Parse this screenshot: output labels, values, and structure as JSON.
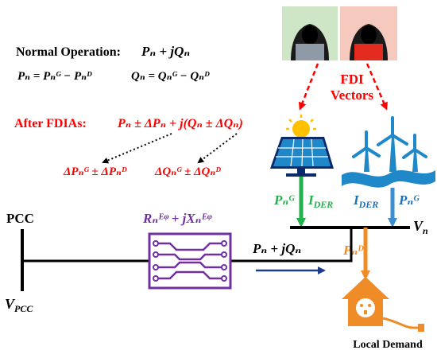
{
  "normal": {
    "title": "Normal Operation:",
    "expr": "Pₙ + jQₙ",
    "eq_p": "Pₙ = Pₙᴳ − Pₙᴰ",
    "eq_q": "Qₙ = Qₙᴳ − Qₙᴰ"
  },
  "after": {
    "title": "After FDIAs:",
    "expr": "Pₙ ± ΔPₙ + j(Qₙ ± ΔQₙ)",
    "delta_p": "ΔPₙᴳ ± ΔPₙᴰ",
    "delta_q": "ΔQₙᴳ ± ΔQₙᴰ"
  },
  "fdi": {
    "line1": "FDI",
    "line2": "Vectors"
  },
  "labels": {
    "pcc": "PCC",
    "vpcc": "V",
    "vpcc_sub": "PCC",
    "vn": "V",
    "vn_sub": "n",
    "impedance": "Rₙᴱᵠ + jXₙᴱᵠ",
    "flow": "Pₙ + jQₙ",
    "pv_power": "Pₙᴳ",
    "pv_current": "I",
    "pv_current_sub": "DER",
    "wind_current": "I",
    "wind_current_sub": "DER",
    "wind_power": "Pₙᴳ",
    "demand_power": "Pₙᴰ",
    "local_demand": "Local Demand"
  },
  "colors": {
    "black": "#000000",
    "red": "#ff0000",
    "green": "#22b14c",
    "blue": "#3b8fd0",
    "purple": "#7030a0",
    "orange": "#f08c28",
    "arrow_navy": "#1f3a8a"
  }
}
